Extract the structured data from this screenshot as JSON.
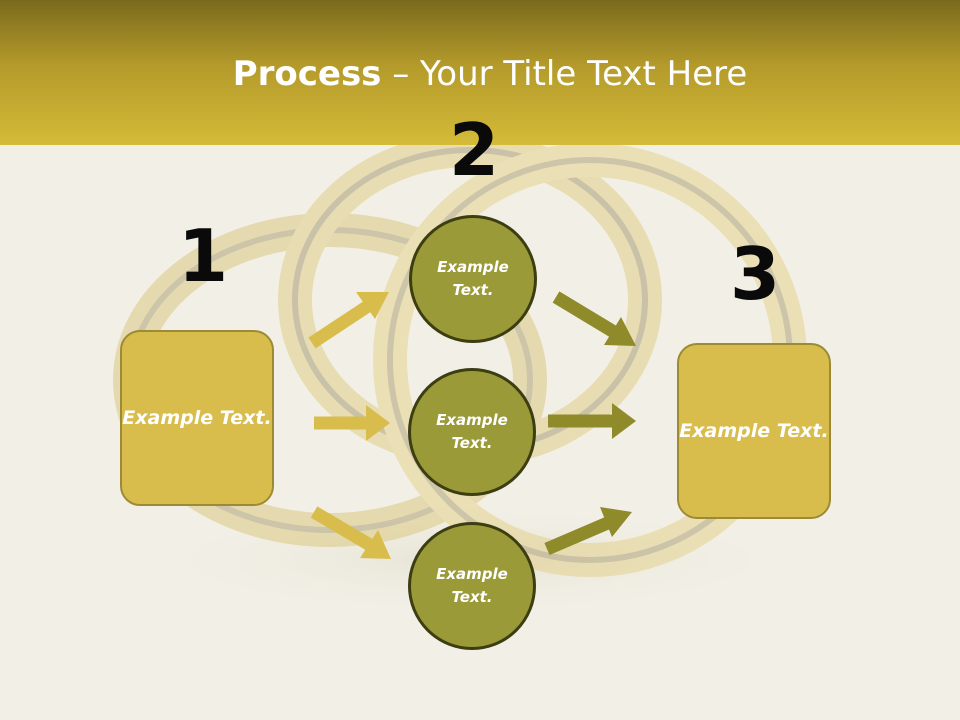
{
  "title": {
    "bold": "Process",
    "rest": " – Your Title Text Here"
  },
  "steps": [
    {
      "number": "1"
    },
    {
      "number": "2"
    },
    {
      "number": "3"
    }
  ],
  "boxes": [
    {
      "text": "Example Text."
    },
    {
      "text": "Example Text."
    }
  ],
  "circles": [
    {
      "text": "Example Text."
    },
    {
      "text": "Example Text."
    },
    {
      "text": "Example Text."
    }
  ],
  "colors": {
    "box_fill": "#d9bd4c",
    "circle_fill": "#9a9a38",
    "left_arrow": "#d9bd4c",
    "right_arrow": "#8f8a2a",
    "header": "#d4bb38"
  }
}
